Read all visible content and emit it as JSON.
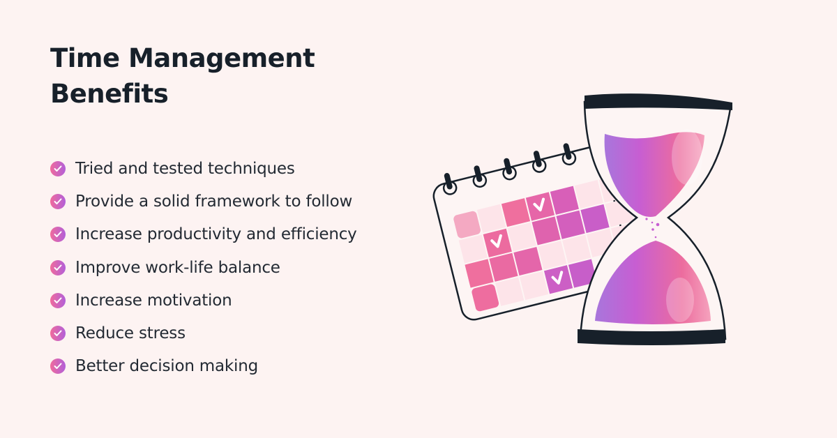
{
  "header": {
    "title_line1": "Time Management",
    "title_line2": "Benefits"
  },
  "benefits": {
    "items": [
      {
        "label": "Tried and tested techniques",
        "icon": "check-circle-icon"
      },
      {
        "label": "Provide a solid framework to follow",
        "icon": "check-circle-icon"
      },
      {
        "label": "Increase productivity and efficiency",
        "icon": "check-circle-icon"
      },
      {
        "label": "Improve work-life balance",
        "icon": "check-circle-icon"
      },
      {
        "label": "Increase motivation",
        "icon": "check-circle-icon"
      },
      {
        "label": "Reduce stress",
        "icon": "check-circle-icon"
      },
      {
        "label": "Better decision making",
        "icon": "check-circle-icon"
      }
    ]
  },
  "illustration": {
    "calendar_icon": "calendar-icon",
    "hourglass_icon": "hourglass-icon"
  },
  "colors": {
    "background": "#fdf3f2",
    "text": "#17202a",
    "accent_pink": "#f06b9c",
    "accent_purple": "#b25fd9",
    "dark": "#17202a"
  }
}
